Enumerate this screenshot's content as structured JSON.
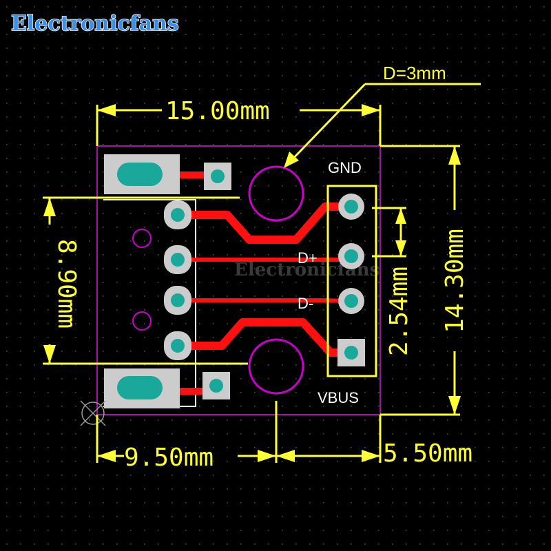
{
  "brand": {
    "name": "Electronicfans",
    "watermark": "Electronicfans"
  },
  "colors": {
    "background": "#000000",
    "dimension": "#ffff33",
    "outline": "#a014a0",
    "copper": "#ff1010",
    "pad": "#cccccc",
    "drill": "#1aa89a",
    "hole": "#cc00cc",
    "silkscreen": "#ffffff",
    "brand": "#3b8fe6"
  },
  "dimensions": {
    "width": "15.00mm",
    "height": "14.30mm",
    "connector_span": "8.90mm",
    "pin_pitch": "2.54mm",
    "left_offset": "9.50mm",
    "right_offset": "5.50mm",
    "hole_diameter": "D=3mm"
  },
  "pins": {
    "p1": "GND",
    "p2": "D+",
    "p3": "D-",
    "p4": "VBUS"
  }
}
